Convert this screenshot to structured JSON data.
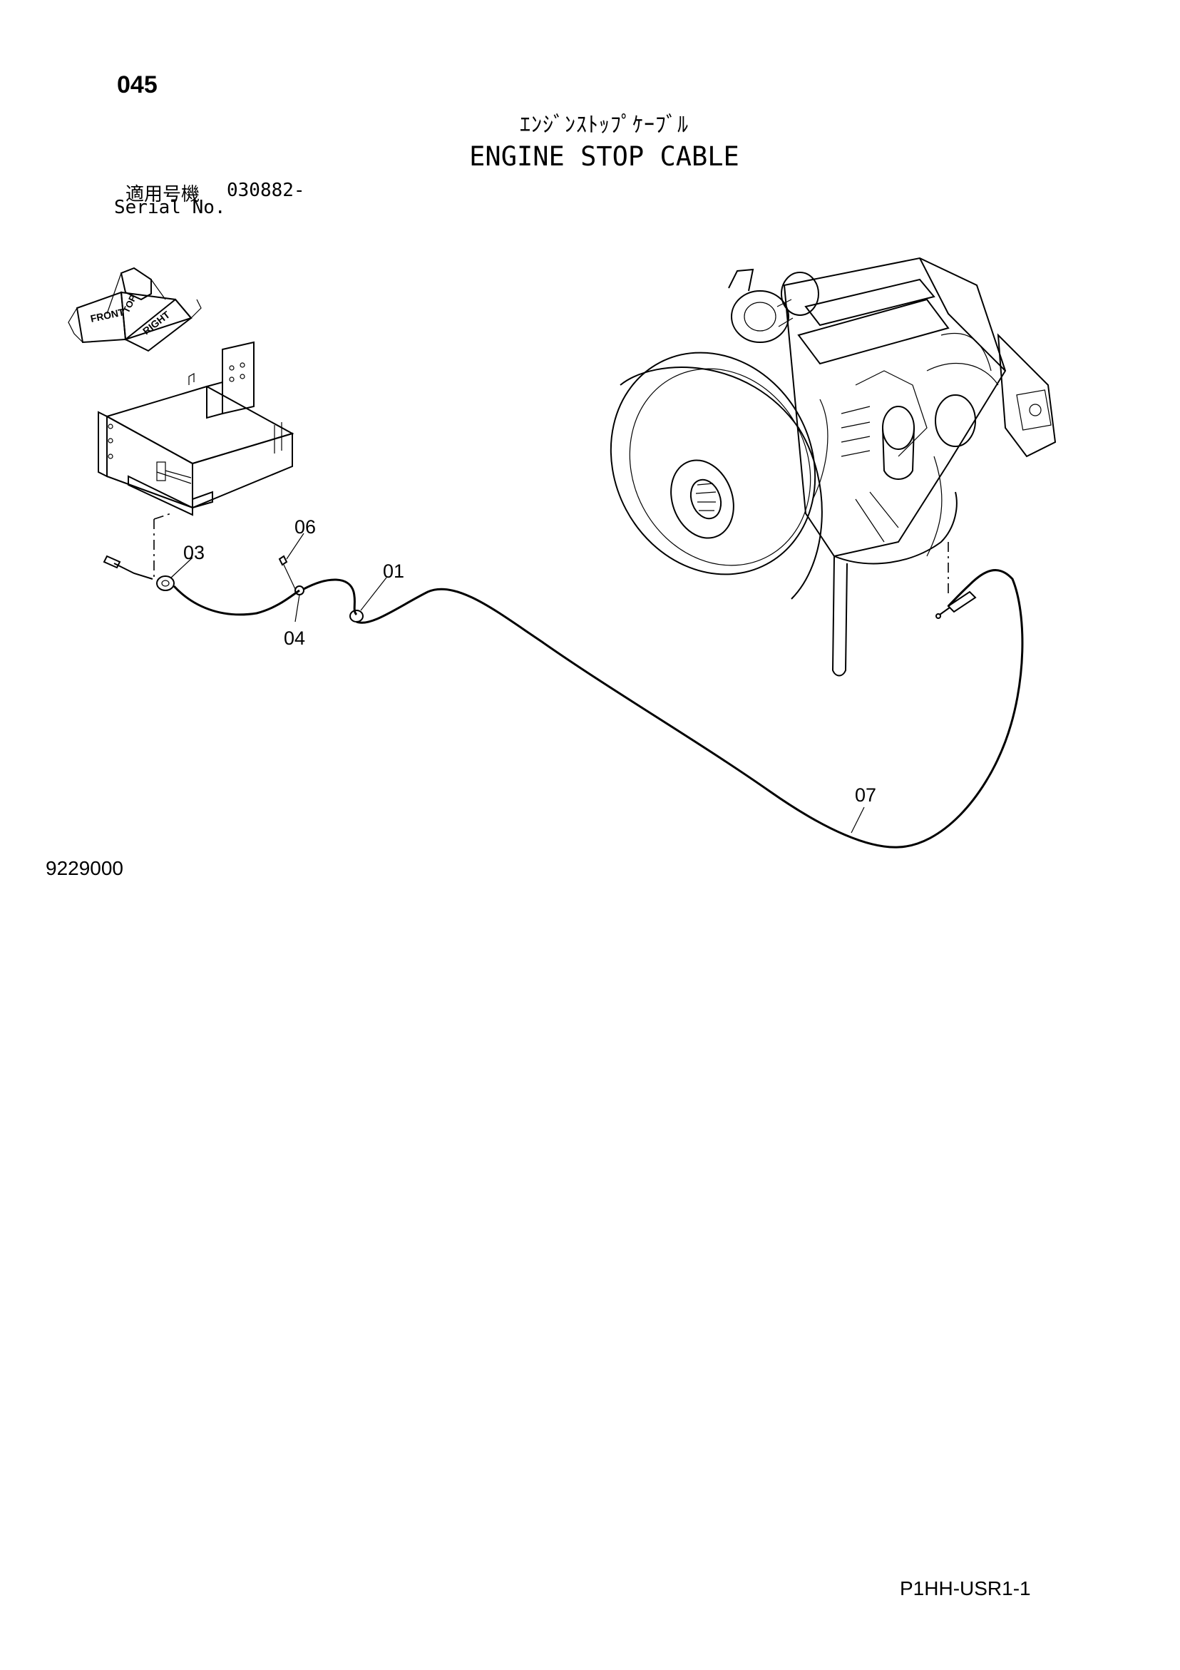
{
  "header": {
    "page_number": "045",
    "title_jp": "ｴﾝｼﾞﾝｽﾄｯﾌﾟｹｰﾌﾞﾙ",
    "title_en": "ENGINE STOP CABLE",
    "serial_label_jp": "適用号機",
    "serial_range": "030882-",
    "serial_label_en": "Serial No."
  },
  "orientation": {
    "top": "TOP",
    "front": "FRONT",
    "right": "RIGHT"
  },
  "callouts": [
    "01",
    "03",
    "04",
    "06",
    "07"
  ],
  "footer": {
    "figure_number": "9229000",
    "page_code": "P1HH-USR1-1"
  }
}
